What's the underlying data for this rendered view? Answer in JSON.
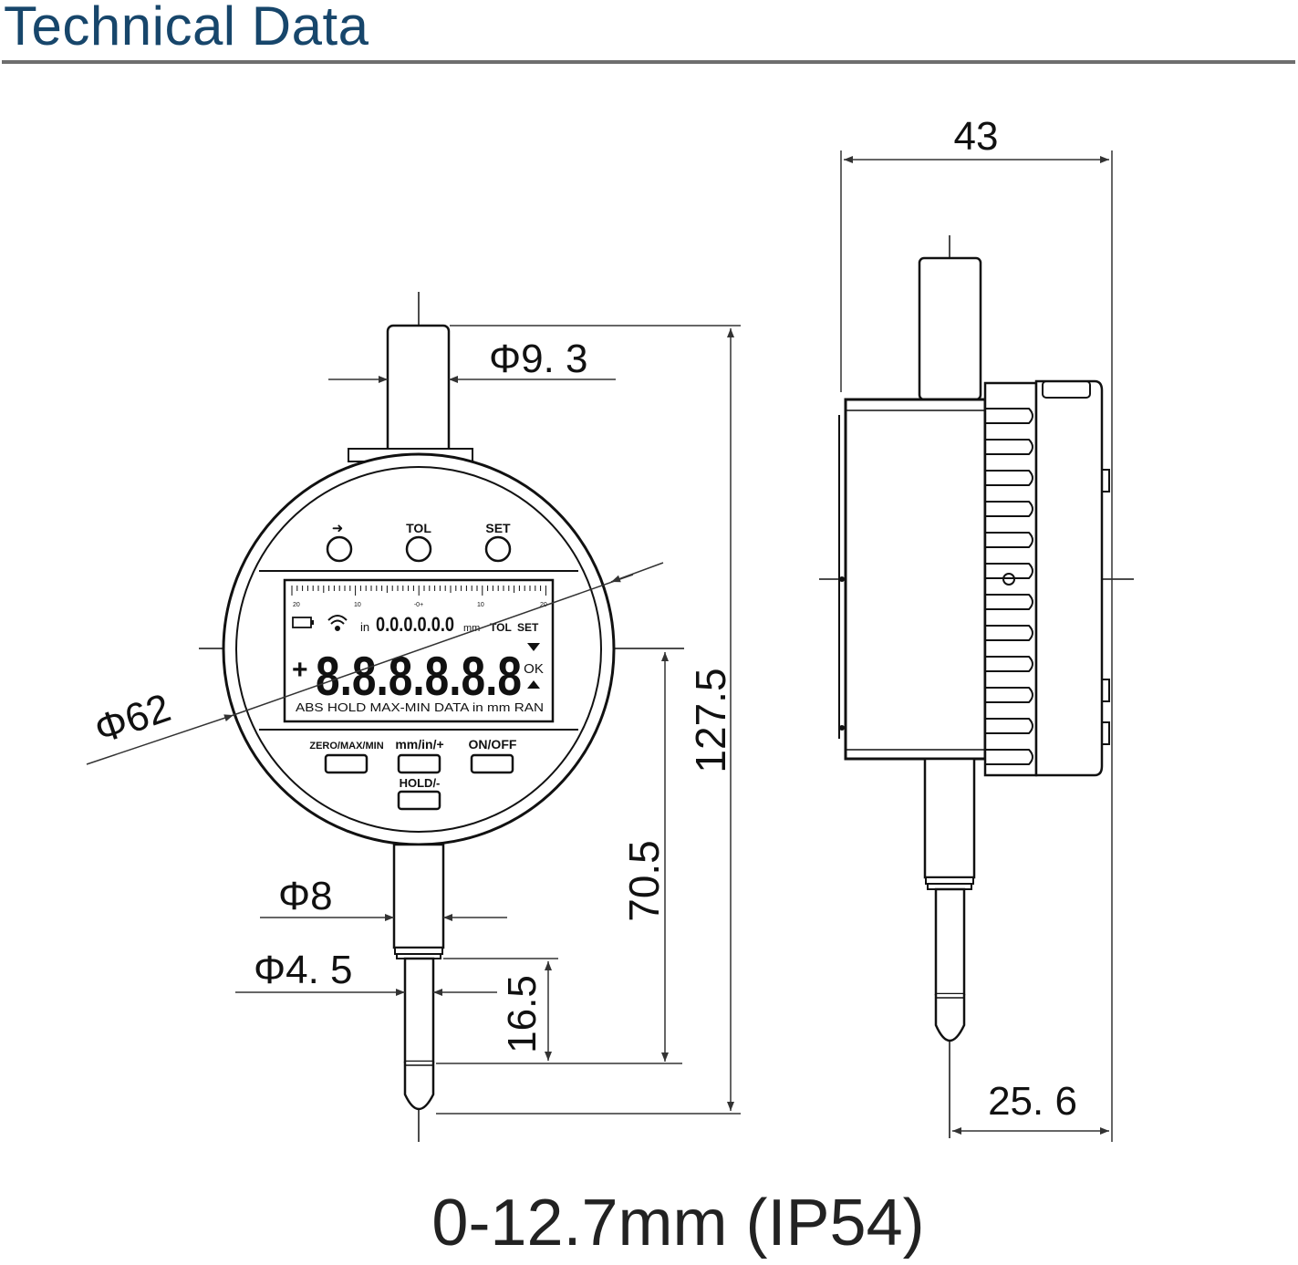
{
  "title": "Technical Data",
  "caption": "0-12.7mm (IP54)",
  "dimensions": {
    "stem_diameter": "Φ9. 3",
    "dial_diameter": "Φ62",
    "spindle_diameter": "Φ8",
    "tip_diameter": "Φ4. 5",
    "total_height": "127.5",
    "center_to_tip": "70.5",
    "tip_length": "16.5",
    "depth": "43",
    "back_offset": "25. 6"
  },
  "dial": {
    "top_buttons": [
      "➜",
      "TOL",
      "SET"
    ],
    "bottom_buttons": [
      "ZERO/MAX/MIN",
      "mm/in/+",
      "ON/OFF",
      "HOLD/-"
    ],
    "lcd": {
      "scale_labels": [
        "20",
        "10",
        "-0+",
        "10",
        "20"
      ],
      "small_unit_left": "in",
      "small_readout": "0.0.0.0.0.0",
      "small_unit_right": "mm",
      "tol_label": "TOL",
      "set_label": "SET",
      "plus_sign": "+",
      "big_readout": "8.8.8.8.8.8",
      "ok_label": "OK",
      "bottom_row": "ABS  HOLD  MAX-MIN  DATA  in  mm  RAN"
    }
  }
}
